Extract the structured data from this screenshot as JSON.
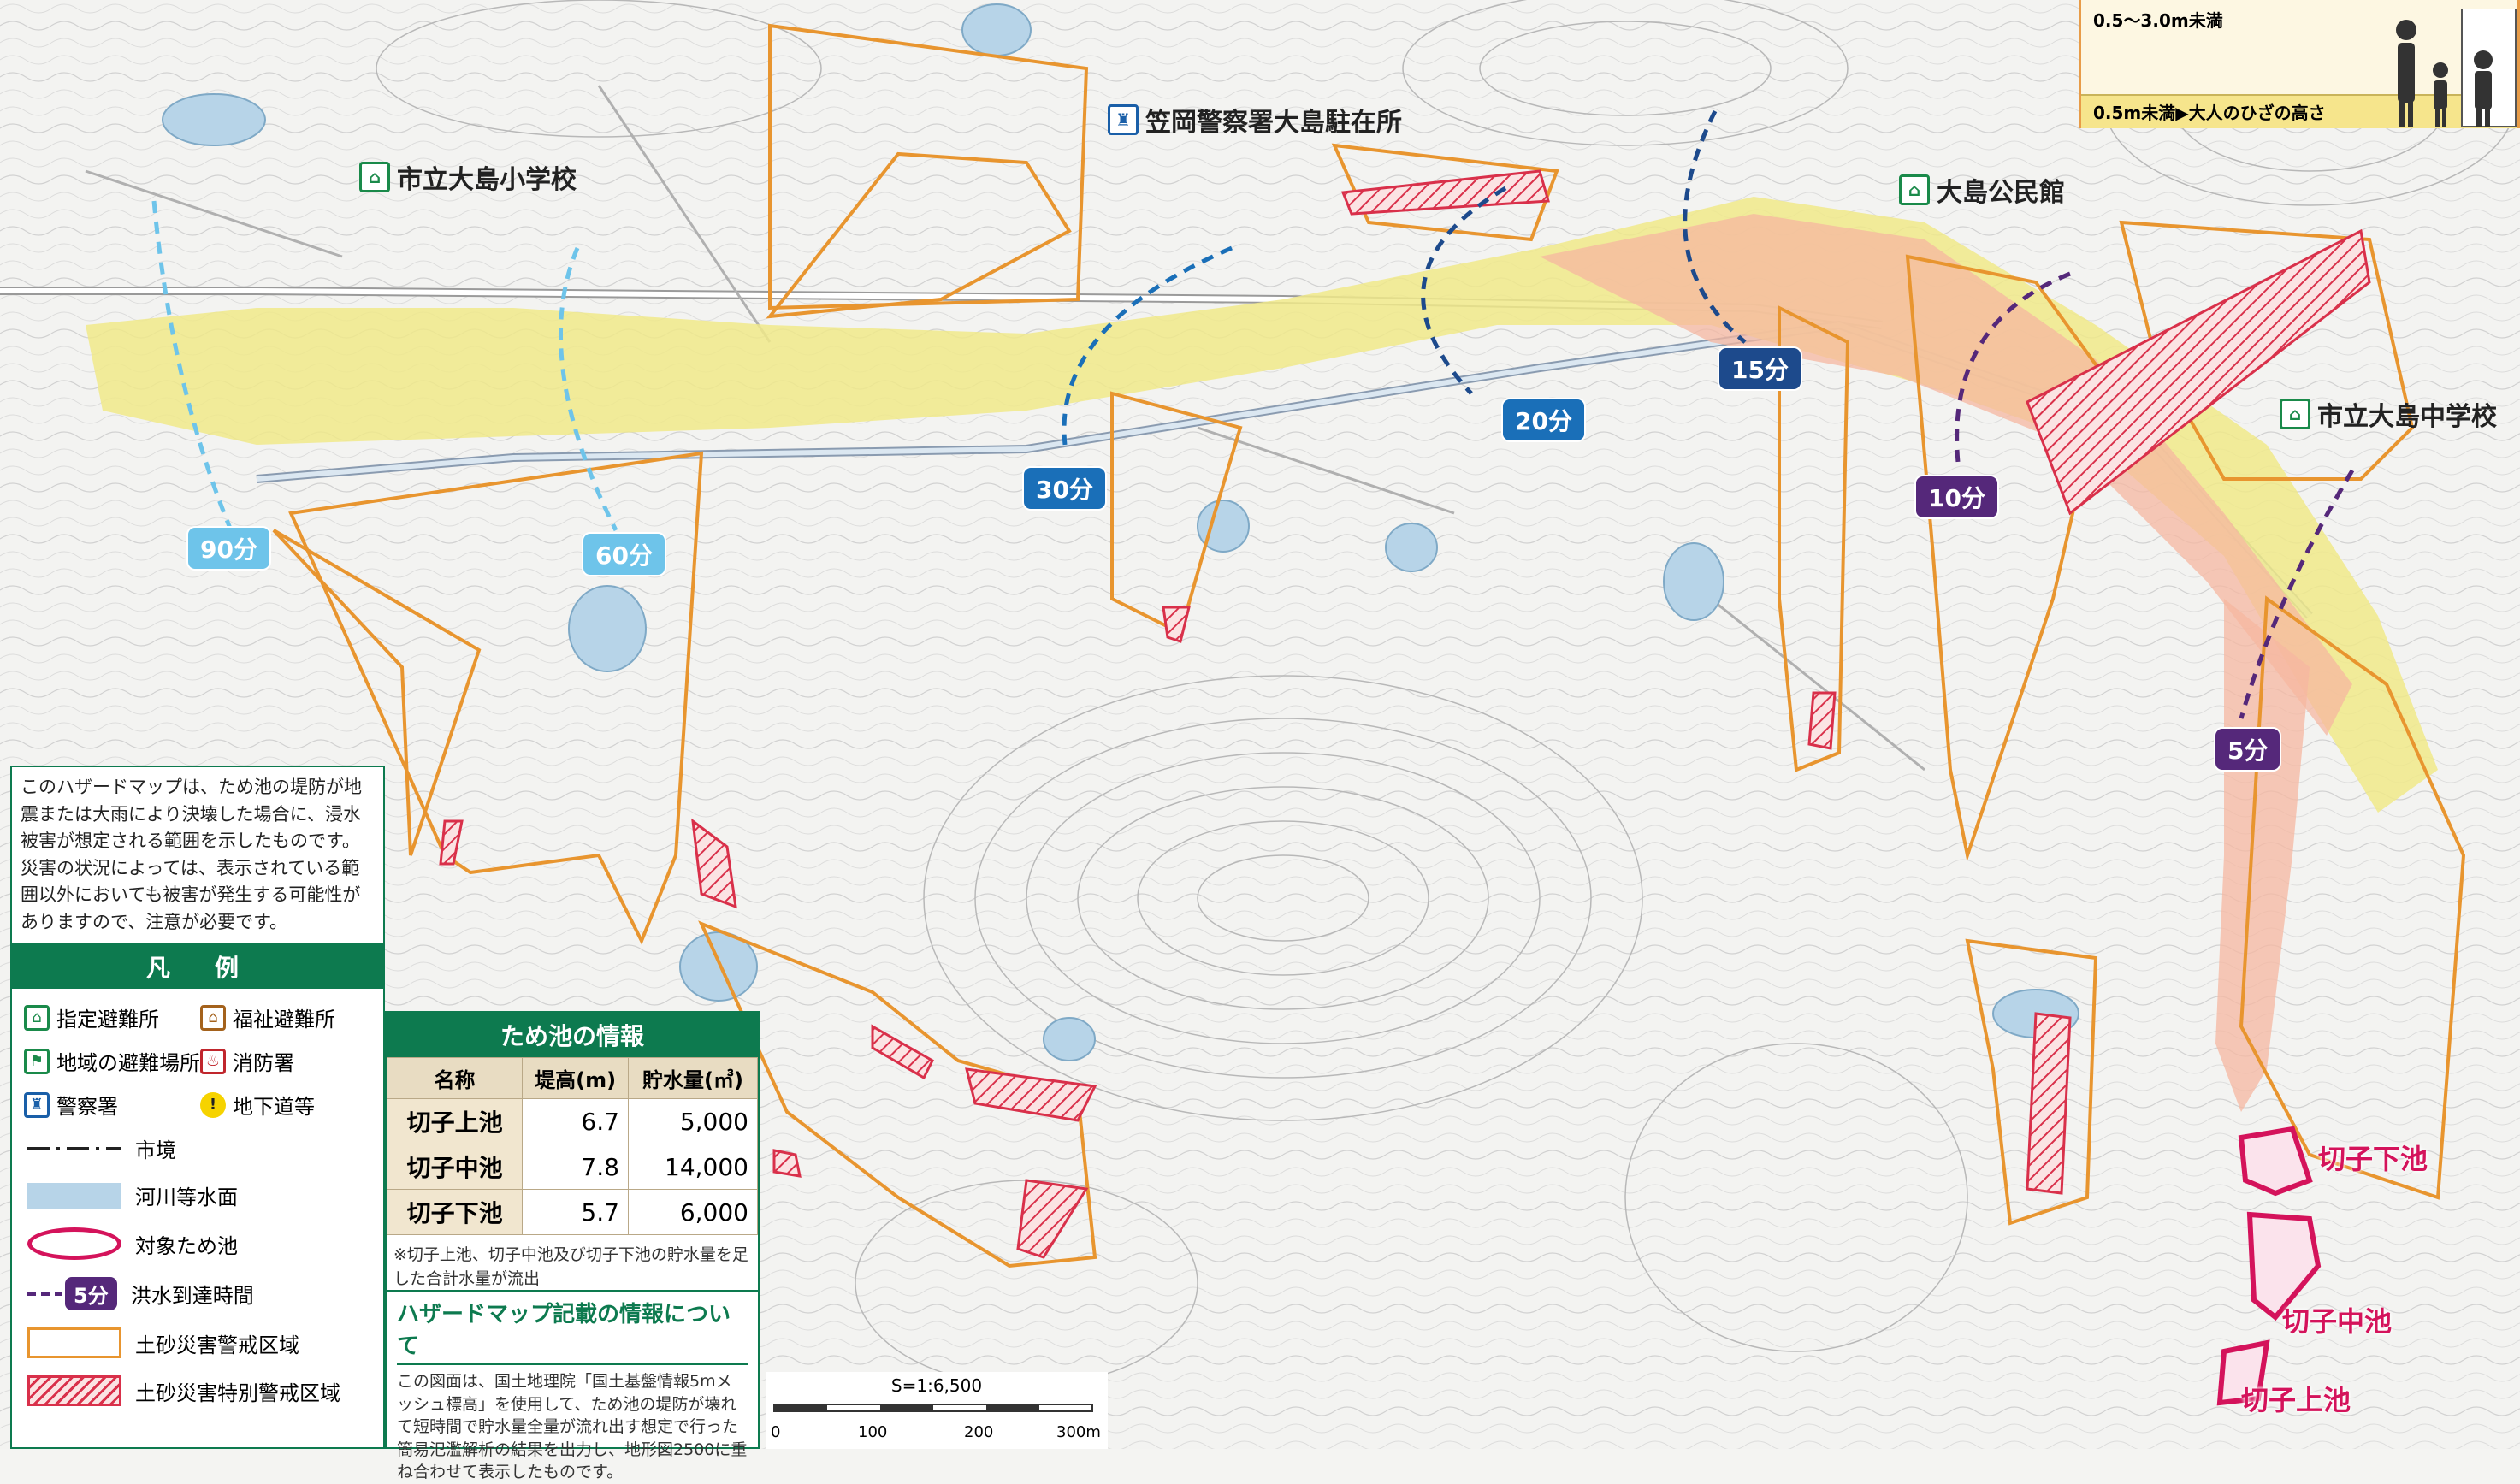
{
  "map": {
    "facilities": [
      {
        "label": "市立大島小学校",
        "type": "shelter"
      },
      {
        "label": "笠岡警察署大島駐在所",
        "type": "police"
      },
      {
        "label": "大島公民館",
        "type": "shelter"
      },
      {
        "label": "市立大島中学校",
        "type": "shelter"
      }
    ],
    "arrival_times": [
      "90分",
      "60分",
      "30分",
      "20分",
      "15分",
      "10分",
      "5分"
    ],
    "ponds": [
      "切子下池",
      "切子中池",
      "切子上池"
    ]
  },
  "depth_legend": {
    "top_label": "0.5〜3.0m未満",
    "bottom_label": "0.5m未満▶大人のひざの高さ"
  },
  "info_text": "このハザードマップは、ため池の堤防が地震または大雨により決壊した場合に、浸水被害が想定される範囲を示したものです。災害の状況によっては、表示されている範囲以外においても被害が発生する可能性がありますので、注意が必要です。",
  "legend": {
    "title": "凡　例",
    "items": [
      {
        "label": "指定避難所",
        "icon": "shelter-icon"
      },
      {
        "label": "福祉避難所",
        "icon": "welfare-shelter-icon"
      },
      {
        "label": "地域の避難場所",
        "icon": "local-evacuation-icon"
      },
      {
        "label": "消防署",
        "icon": "fire-station-icon"
      },
      {
        "label": "警察署",
        "icon": "police-icon"
      },
      {
        "label": "地下道等",
        "icon": "underpass-icon"
      }
    ],
    "boundary_label": "市境",
    "water_label": "河川等水面",
    "target_pond_label": "対象ため池",
    "arrival_sample": "5分",
    "arrival_label": "洪水到達時間",
    "warning_label": "土砂災害警戒区域",
    "special_warning_label": "土砂災害特別警戒区域"
  },
  "pond_info": {
    "title": "ため池の情報",
    "headers": [
      "名称",
      "堤高(m)",
      "貯水量(㎥)"
    ],
    "rows": [
      [
        "切子上池",
        "6.7",
        "5,000"
      ],
      [
        "切子中池",
        "7.8",
        "14,000"
      ],
      [
        "切子下池",
        "5.7",
        "6,000"
      ]
    ],
    "note": "※切子上池、切子中池及び切子下池の貯水量を足した合計水量が流出"
  },
  "about": {
    "title": "ハザードマップ記載の情報について",
    "body": "この図面は、国土地理院「国土基盤情報5mメッシュ標高」を使用して、ため池の堤防が壊れて短時間で貯水量全量が流れ出す想定で行った簡易氾濫解析の結果を出力し、地形図2500に重ね合わせて表示したものです。"
  },
  "scale": {
    "label": "S=1:6,500",
    "ticks": [
      "0",
      "100",
      "200",
      "300m"
    ]
  },
  "colors": {
    "flood_light": "#f0e98a",
    "flood_pink": "#f5b7a0",
    "sediment_orange": "#e8952f",
    "special_red": "#d9304a",
    "water": "#b7d4e8",
    "legend_green": "#0d7a4f",
    "pond_magenta": "#d4135b",
    "arrival_lightblue": "#6ec4ea",
    "arrival_blue": "#1a6fb8",
    "arrival_navy": "#1d4a8c",
    "arrival_purple": "#55287a"
  }
}
